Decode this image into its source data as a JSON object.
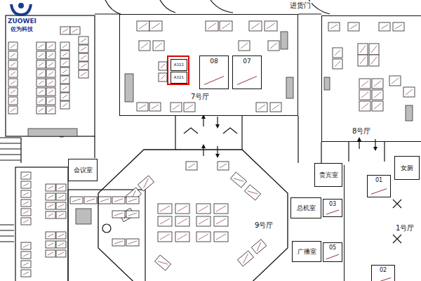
{
  "diagram": {
    "nodes": [
      {
        "text": [
          "7号厅"
        ]
      },
      {
        "text": [
          "A322"
        ],
        "in": 0
      },
      {
        "text": [
          "A321"
        ],
        "in": 0
      },
      {
        "text": [
          "08"
        ],
        "in": 0
      },
      {
        "text": [
          "07"
        ],
        "in": 0
      },
      {
        "text": [
          "8号厅"
        ]
      },
      {
        "text": [
          "会议室"
        ]
      },
      {
        "text": [
          "贵宾室"
        ]
      },
      {
        "text": [
          "女厕"
        ]
      },
      {
        "text": [
          "9号厅"
        ]
      },
      {
        "text": [
          "总机室"
        ]
      },
      {
        "text": [
          "03"
        ]
      },
      {
        "text": [
          "1号厅"
        ]
      },
      {
        "text": [
          "01"
        ],
        "in": 12
      },
      {
        "text": [
          "广播室"
        ]
      },
      {
        "text": [
          "05"
        ]
      },
      {
        "text": [
          "02"
        ],
        "in": 12
      }
    ],
    "labels": [
      "ZUOWEI",
      "佐为科技",
      "进货门"
    ]
  }
}
